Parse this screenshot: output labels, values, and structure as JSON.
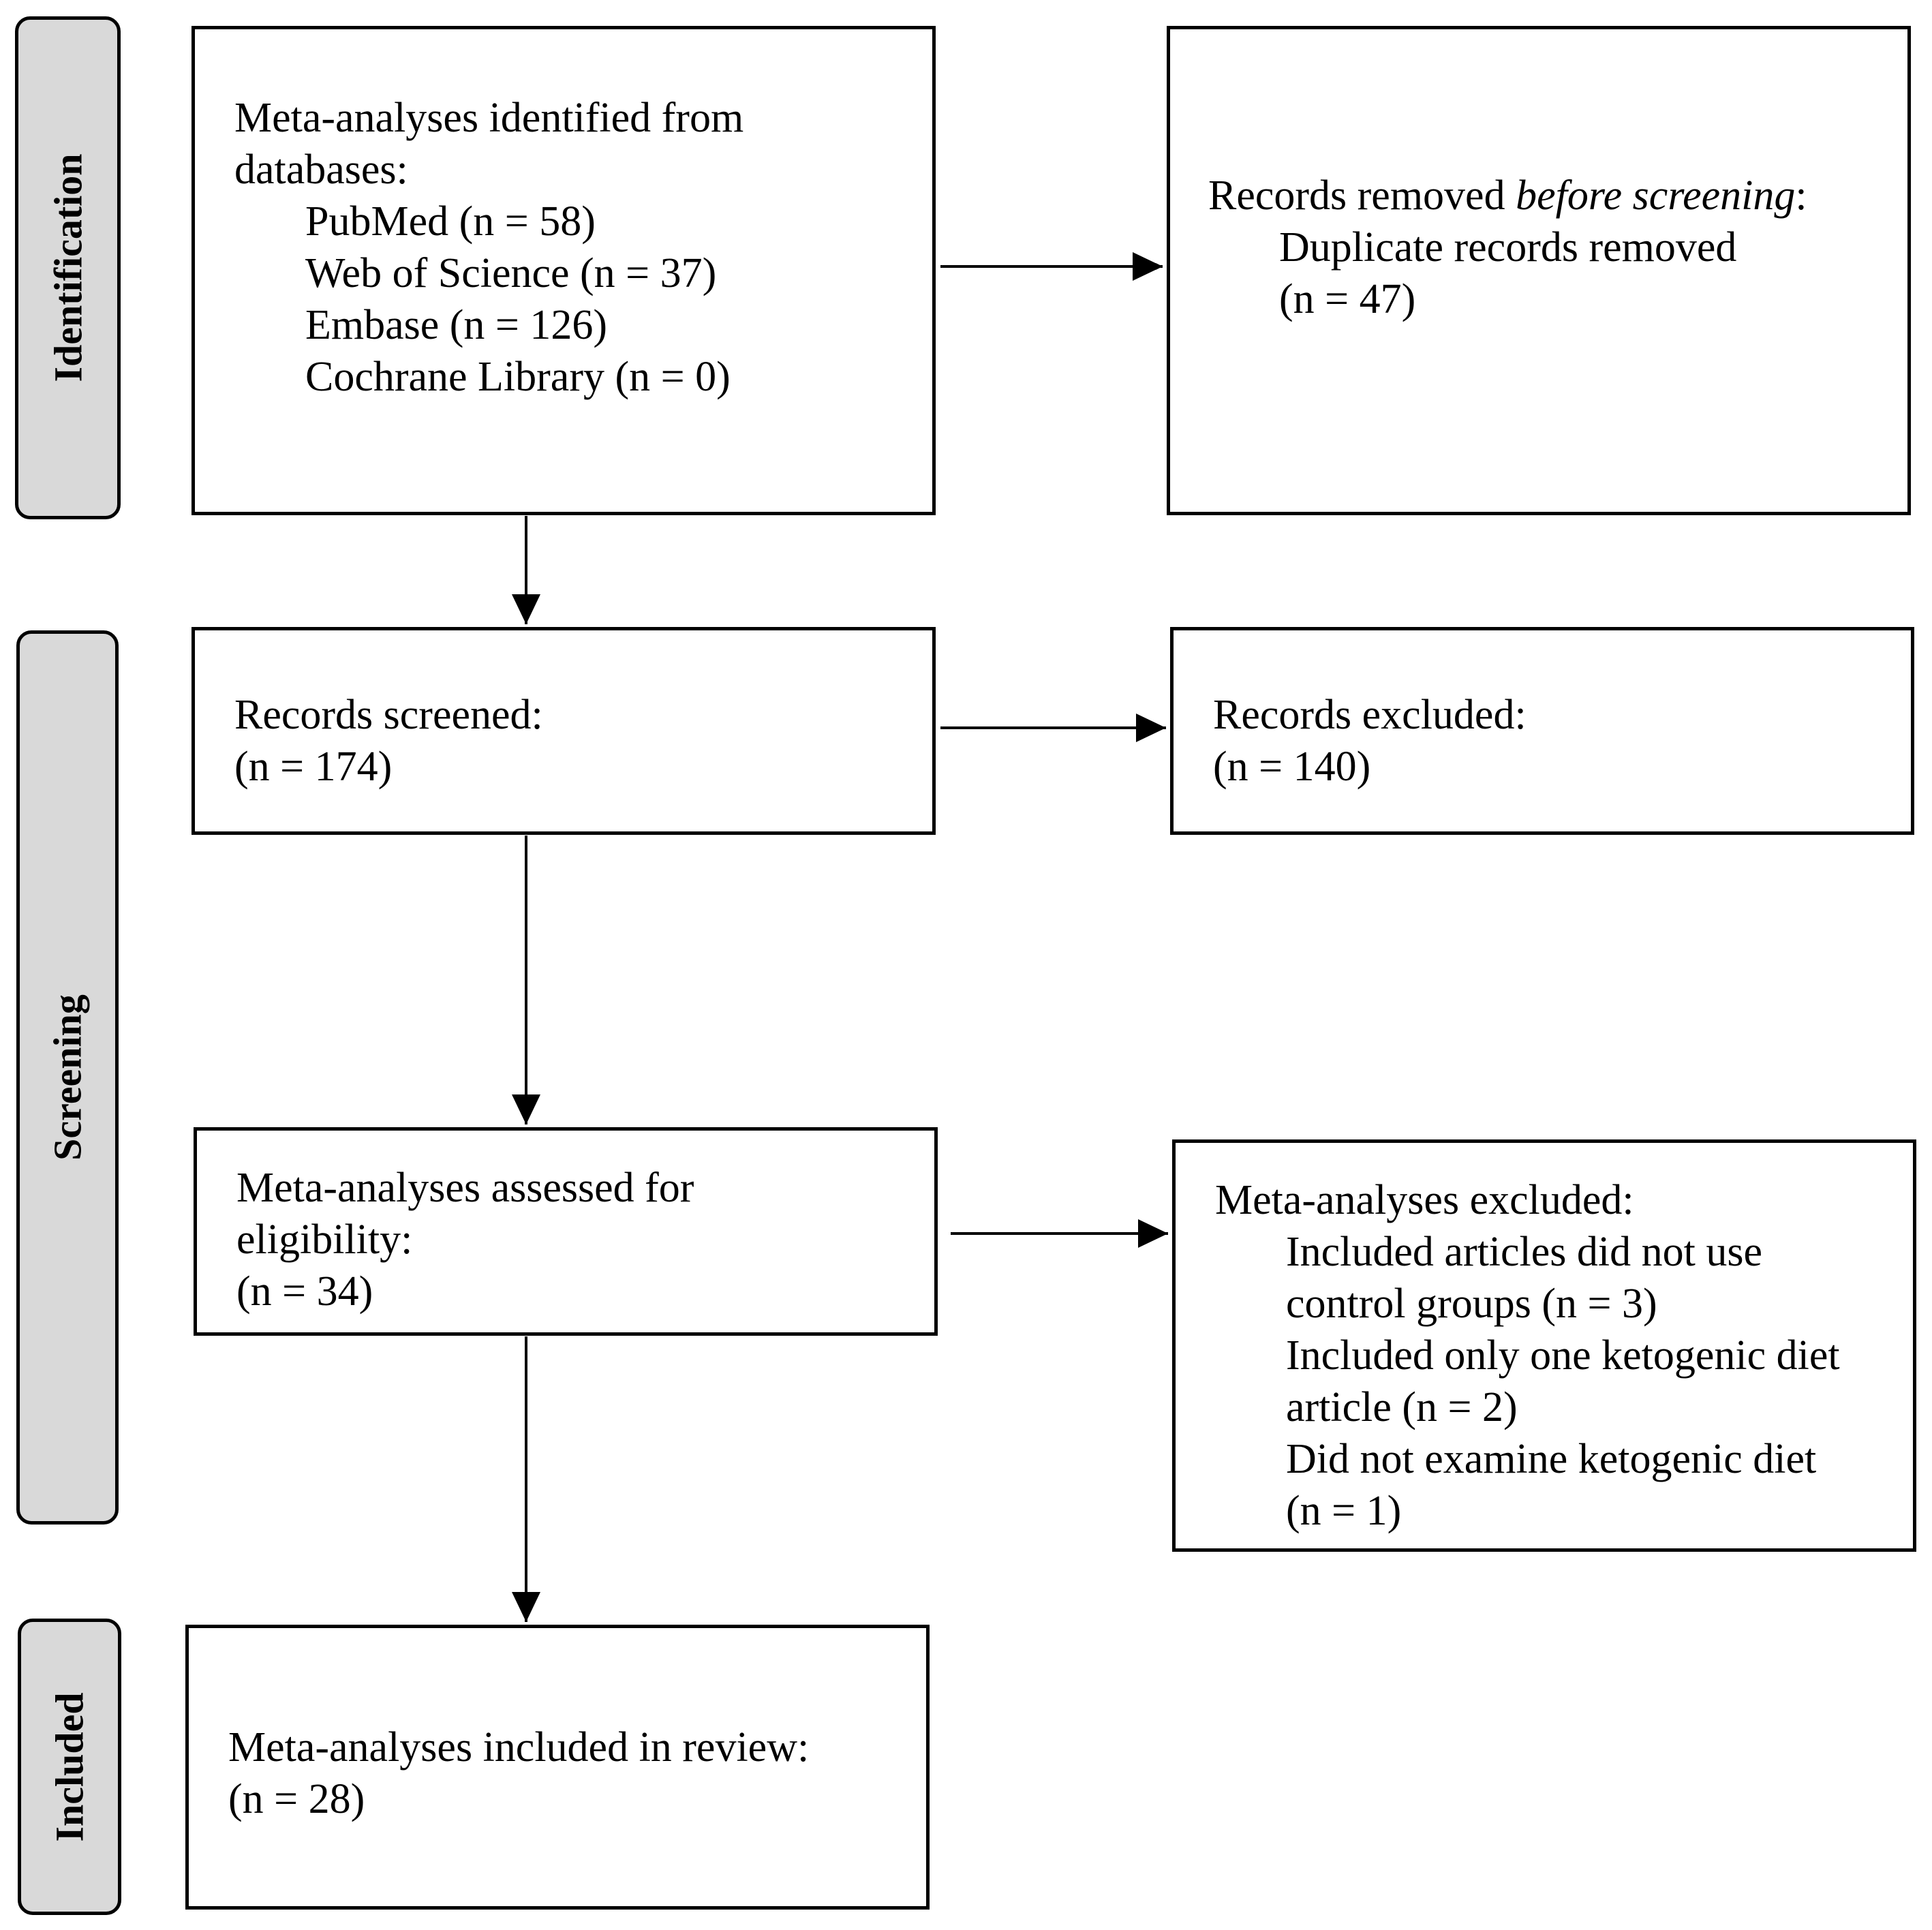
{
  "phases": {
    "identification": "Identification",
    "screening": "Screening",
    "included": "Included"
  },
  "boxes": {
    "identified": {
      "title_line1": "Meta-analyses identified from",
      "title_line2": "databases:",
      "sources": [
        "PubMed (n = 58)",
        "Web of Science (n = 37)",
        "Embase (n = 126)",
        "Cochrane Library (n = 0)"
      ]
    },
    "removed": {
      "title_prefix": "Records removed ",
      "title_italic": "before screening",
      "title_suffix": ":",
      "line1": "Duplicate records removed",
      "line2": "(n = 47)"
    },
    "screened": {
      "title": "Records screened:",
      "count": "(n = 174)"
    },
    "records_excluded": {
      "title": "Records excluded:",
      "count": "(n = 140)"
    },
    "eligibility": {
      "title_line1": "Meta-analyses assessed for",
      "title_line2": "eligibility:",
      "count": "(n = 34)"
    },
    "ma_excluded": {
      "title": "Meta-analyses excluded:",
      "reasons": [
        "Included articles did not use",
        "control groups (n = 3)",
        "Included only one ketogenic diet",
        "article (n = 2)",
        "Did not examine ketogenic diet",
        "(n = 1)"
      ]
    },
    "included": {
      "title": "Meta-analyses included in review:",
      "count": "(n = 28)"
    }
  }
}
